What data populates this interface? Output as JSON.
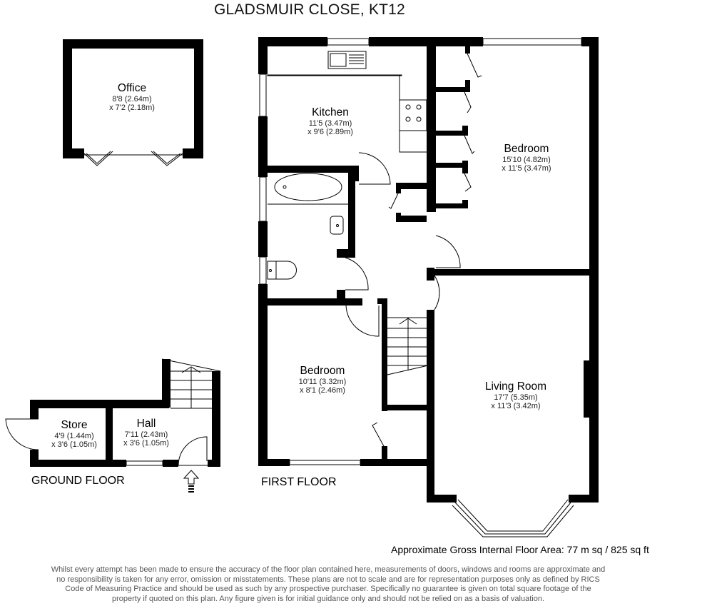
{
  "title": "GLADSMUIR CLOSE,  KT12",
  "floors": {
    "ground": {
      "label": "GROUND FLOOR"
    },
    "first": {
      "label": "FIRST FLOOR"
    }
  },
  "rooms": {
    "office": {
      "name": "Office",
      "dim1": "8'8 (2.64m)",
      "dim2": "x 7'2 (2.18m)"
    },
    "kitchen": {
      "name": "Kitchen",
      "dim1": "11'5 (3.47m)",
      "dim2": "x 9'6 (2.89m)"
    },
    "bedroom_1": {
      "name": "Bedroom",
      "dim1": "15'10 (4.82m)",
      "dim2": "x 11'5 (3.47m)"
    },
    "bedroom_2": {
      "name": "Bedroom",
      "dim1": "10'11 (3.32m)",
      "dim2": "x 8'1 (2.46m)"
    },
    "living_room": {
      "name": "Living Room",
      "dim1": "17'7 (5.35m)",
      "dim2": "x 11'3 (3.42m)"
    },
    "store": {
      "name": "Store",
      "dim1": "4'9 (1.44m)",
      "dim2": "x 3'6 (1.05m)"
    },
    "hall": {
      "name": "Hall",
      "dim1": "7'11 (2.43m)",
      "dim2": "x 3'6 (1.05m)"
    }
  },
  "area": "Approximate Gross Internal Floor Area: 77 m sq / 825 sq ft",
  "disclaimer": {
    "line1": "Whilst every attempt has been made to ensure the accuracy of the floor plan contained here, measurements of doors, windows and rooms are approximate and",
    "line2": "no responsibility is taken for any error, omission or misstatements. These plans are not to scale and are for representation purposes only as defined by RICS",
    "line3": "Code of Measuring Practice and should be used as such by any prospective purchaser. Specifically no guarantee is given on total square footage of the",
    "line4": "property if quoted on this plan. Any figure given is for initial guidance only and should not be relied on as a basis of valuation."
  },
  "icons": {
    "entrance": "entrance-arrow-icon",
    "stairs_up": "stairs-up-arrow-icon"
  },
  "colors": {
    "wall": "#000000",
    "background": "#ffffff",
    "disclaimer_text": "#555555"
  }
}
